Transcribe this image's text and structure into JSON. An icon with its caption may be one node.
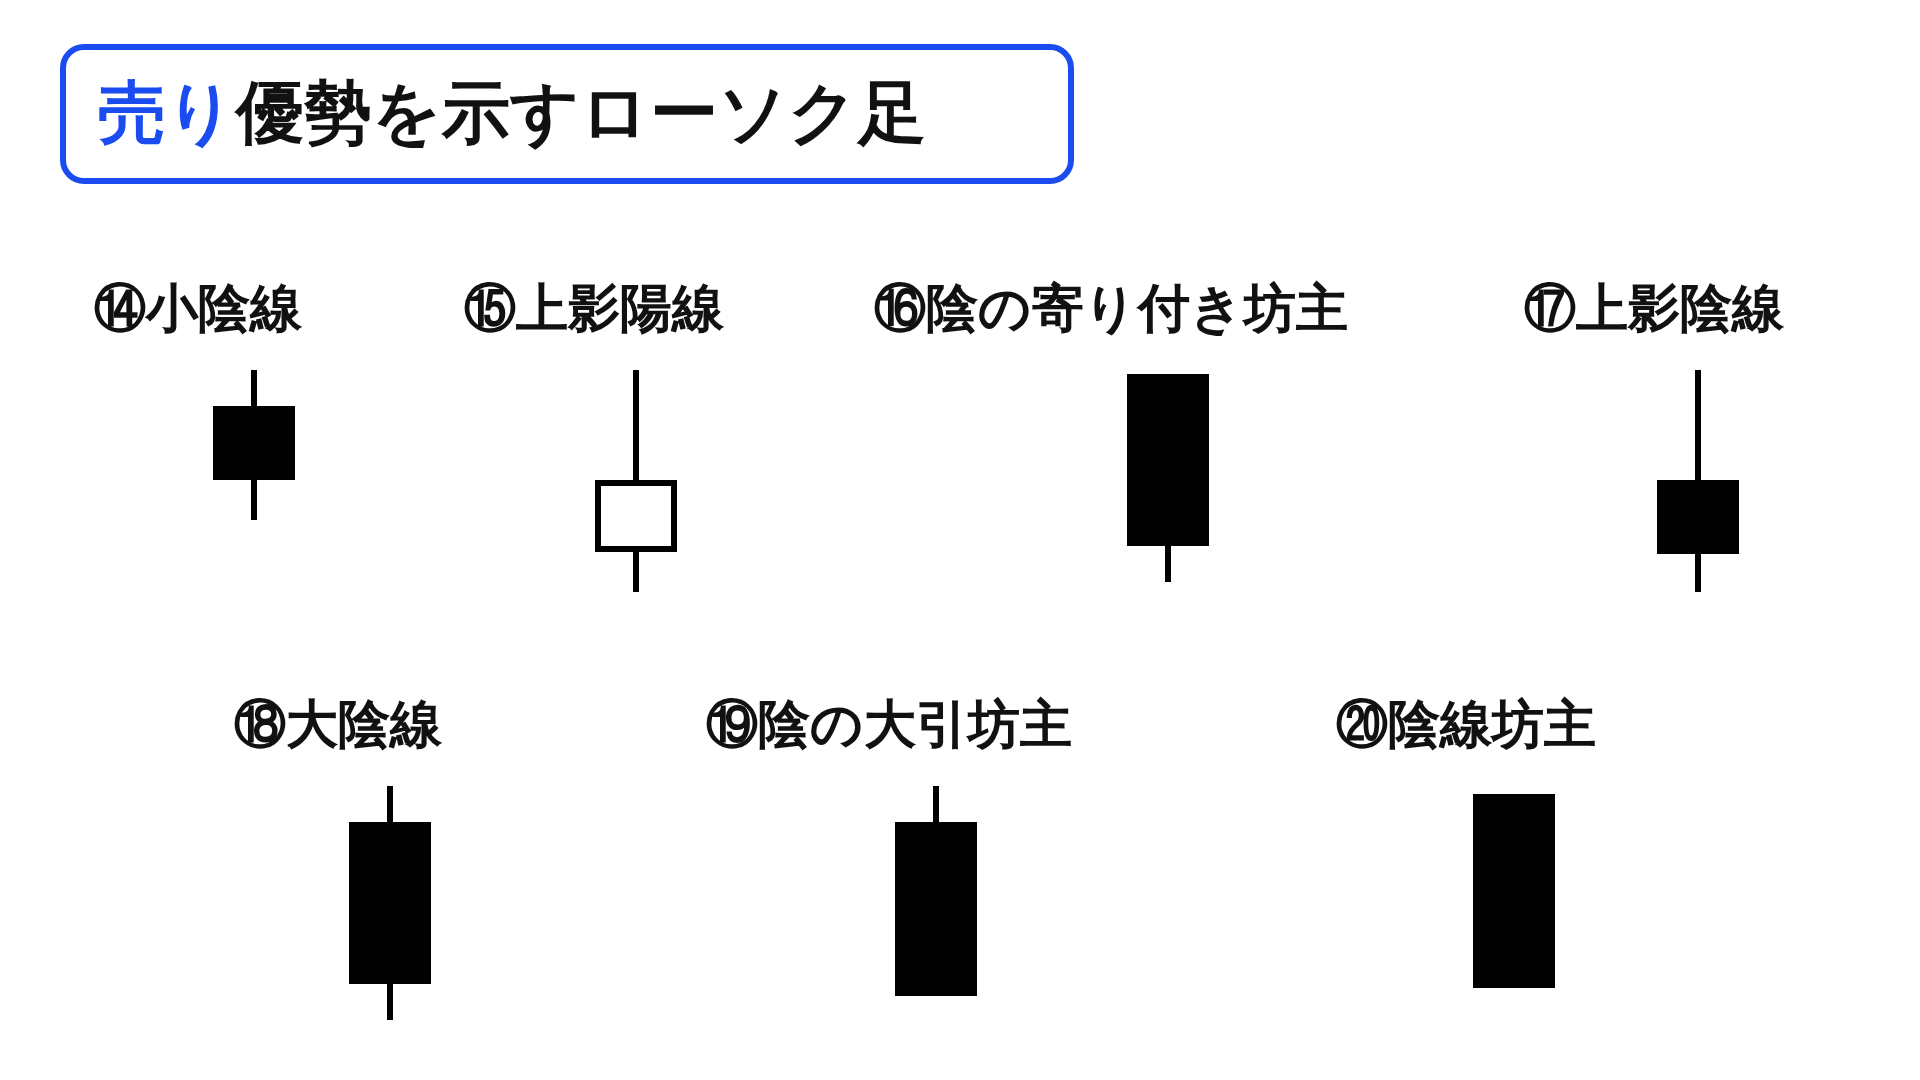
{
  "diagram": {
    "title": "**売り**優勢を示すローソク足",
    "labels": [
      "⑭小陰線",
      "⑮上影陽線",
      "⑯陰の寄り付き坊主",
      "⑰上影陰線",
      "⑱大陰線",
      "⑲陰の大引坊主",
      "⑳陰線坊主"
    ]
  }
}
